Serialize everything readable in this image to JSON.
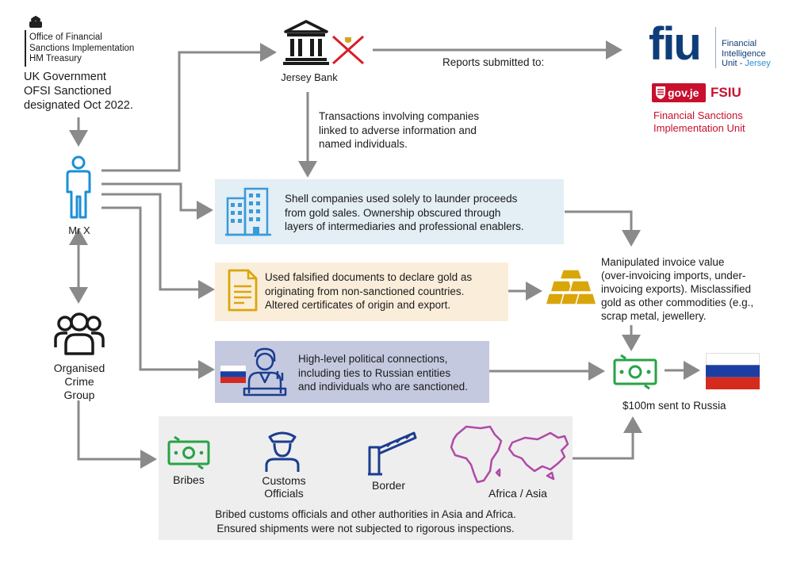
{
  "ofsi": {
    "lines": [
      "Office of Financial",
      "Sanctions Implementation",
      "HM Treasury"
    ],
    "designation": [
      "UK Government",
      "OFSI Sanctioned",
      "designated Oct 2022."
    ]
  },
  "bank": {
    "label": "Jersey Bank"
  },
  "reports": {
    "label": "Reports submitted to:"
  },
  "fiu": {
    "logo": "fiu",
    "lines": [
      "Financial",
      "Intelligence",
      "Unit"
    ],
    "suffix": "Jersey"
  },
  "fsiu": {
    "govje": "gov.je",
    "acronym": "FSIU",
    "lines": [
      "Financial Sanctions",
      "Implementation Unit"
    ]
  },
  "transactions": {
    "lines": [
      "Transactions involving companies",
      "linked to adverse information and",
      "named individuals."
    ]
  },
  "mrx": {
    "label": "Mr X"
  },
  "ocg": {
    "lines": [
      "Organised",
      "Crime",
      "Group"
    ]
  },
  "shell": {
    "lines": [
      "Shell companies used solely to launder proceeds",
      "from gold sales. Ownership obscured through",
      "layers of intermediaries and professional enablers."
    ]
  },
  "documents": {
    "lines": [
      "Used falsified documents to declare gold as",
      "originating from non-sanctioned countries.",
      "Altered certificates of origin and export."
    ]
  },
  "political": {
    "lines": [
      "High-level political connections,",
      "including ties to Russian entities",
      "and individuals who are sanctioned."
    ]
  },
  "invoice": {
    "lines": [
      "Manipulated invoice value",
      "(over-invoicing imports, under-",
      "invoicing exports). Misclassified",
      "gold as other commodities (e.g.,",
      "scrap metal, jewellery."
    ]
  },
  "money": {
    "label": "$100m sent to Russia"
  },
  "bribery": {
    "bribes": "Bribes",
    "customs": [
      "Customs",
      "Officials"
    ],
    "border": "Border",
    "region": "Africa / Asia",
    "lines": [
      "Bribed customs officials and other authorities in Asia and Africa.",
      "Ensured shipments were not subjected to rigorous inspections."
    ]
  },
  "colors": {
    "arrow": "#888888",
    "blue": "#1a8fd6",
    "shellBg": "#e3eef5",
    "docBg": "#faeedb",
    "polBg": "#c4c9df",
    "bribeBg": "#eeeeee",
    "gold": "#d9a60a",
    "green": "#27a346",
    "navy": "#1b3d8f",
    "purple": "#b04aa6",
    "red": "#c8102e",
    "fiuNavy": "#0f3d7a"
  }
}
